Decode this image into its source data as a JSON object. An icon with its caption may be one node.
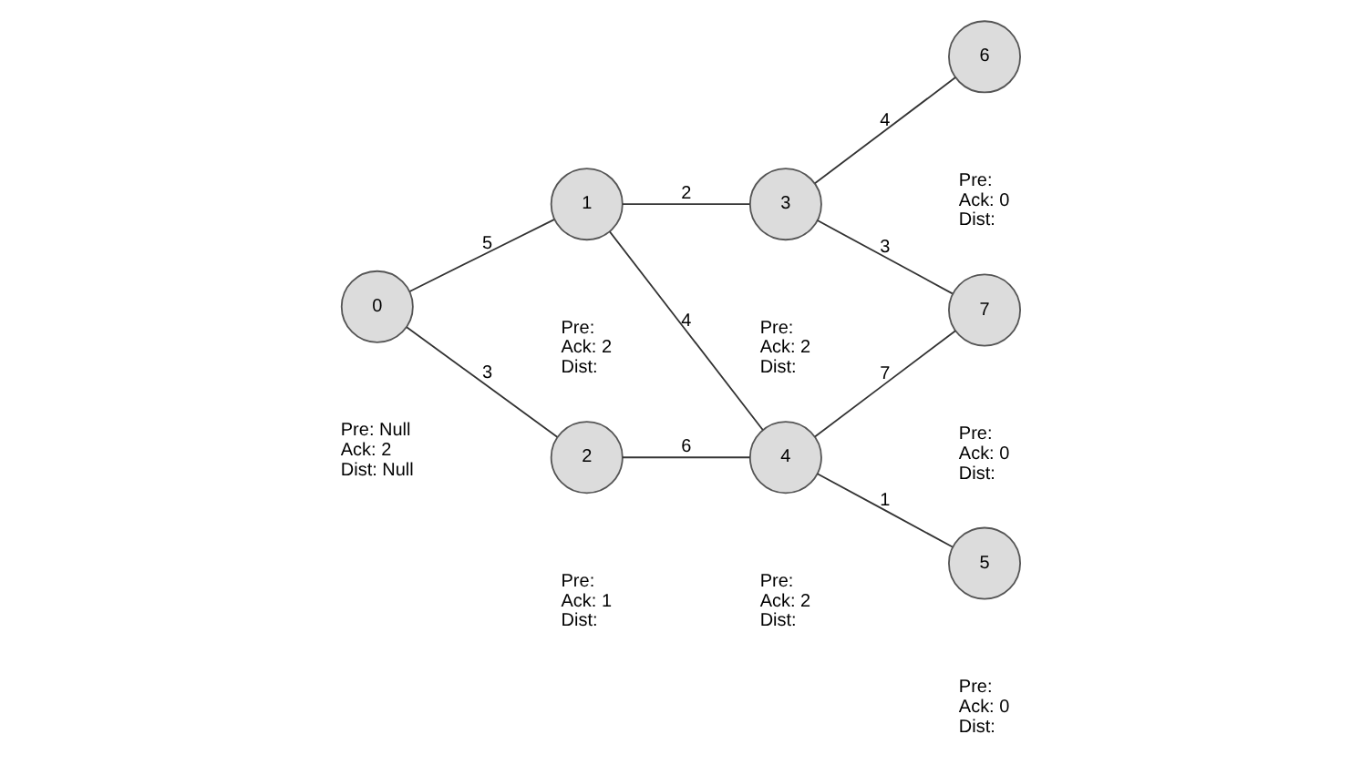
{
  "diagram": {
    "nodes": [
      {
        "text": [
          "0"
        ],
        "beside": [
          "Pre: Null",
          "Ack: 2",
          "Dist: Null"
        ]
      },
      {
        "text": [
          "1"
        ],
        "beside": [
          "Pre:",
          "Ack: 2",
          "Dist:"
        ]
      },
      {
        "text": [
          "2"
        ],
        "beside": [
          "Pre:",
          "Ack: 1",
          "Dist:"
        ]
      },
      {
        "text": [
          "3"
        ],
        "beside": [
          "Pre:",
          "Ack: 2",
          "Dist:"
        ]
      },
      {
        "text": [
          "4"
        ],
        "beside": [
          "Pre:",
          "Ack: 2",
          "Dist:"
        ]
      },
      {
        "text": [
          "5"
        ],
        "beside": [
          "Pre:",
          "Ack: 0",
          "Dist:"
        ]
      },
      {
        "text": [
          "6"
        ],
        "beside": [
          "Pre:",
          "Ack: 0",
          "Dist:"
        ]
      },
      {
        "text": [
          "7"
        ],
        "beside": [
          "Pre:",
          "Ack: 0",
          "Dist:"
        ]
      }
    ],
    "edges": [
      {
        "from": 0,
        "to": 1,
        "arrow": "none",
        "label": "5"
      },
      {
        "from": 0,
        "to": 2,
        "arrow": "none",
        "label": "3"
      },
      {
        "from": 1,
        "to": 3,
        "arrow": "none",
        "label": "2"
      },
      {
        "from": 1,
        "to": 4,
        "arrow": "none",
        "label": "4"
      },
      {
        "from": 2,
        "to": 4,
        "arrow": "none",
        "label": "6"
      },
      {
        "from": 3,
        "to": 6,
        "arrow": "none",
        "label": "4"
      },
      {
        "from": 3,
        "to": 7,
        "arrow": "none",
        "label": "3"
      },
      {
        "from": 4,
        "to": 5,
        "arrow": "none",
        "label": "1"
      },
      {
        "from": 4,
        "to": 7,
        "arrow": "none",
        "label": "7"
      }
    ]
  }
}
